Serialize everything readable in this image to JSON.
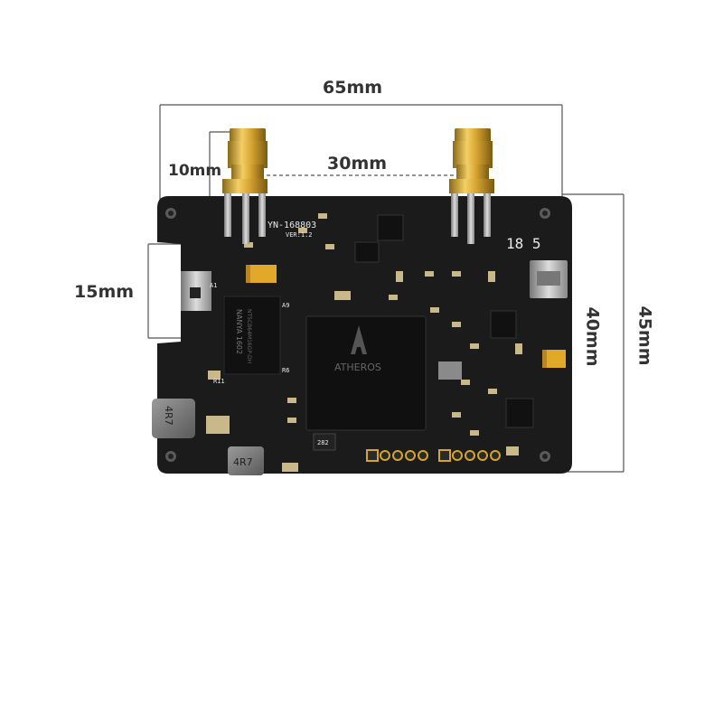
{
  "dimensions": {
    "width_total": "65mm",
    "antenna_spacing": "30mm",
    "antenna_height": "10mm",
    "switch_height": "15mm",
    "height_inner": "40mm",
    "height_total": "45mm"
  },
  "board": {
    "model_silk": "YN-168803",
    "version_silk": "VER:1.2",
    "logo_silk": "18 5",
    "soc_brand": "ATHEROS",
    "ram_brand": "NANYA 1602",
    "ram_part": "NT5CB64M16GP-DH",
    "inductor_a": "4R7",
    "inductor_b": "4R7",
    "ref_a9": "A9",
    "ref_r6": "R6",
    "ref_r11": "R11",
    "ref_a1": "A1",
    "chip_label_282": "282"
  },
  "colors": {
    "background": "#ffffff",
    "pcb": "#1b1b1b",
    "gold": "#d4a52a",
    "dimension_line": "#555555"
  }
}
